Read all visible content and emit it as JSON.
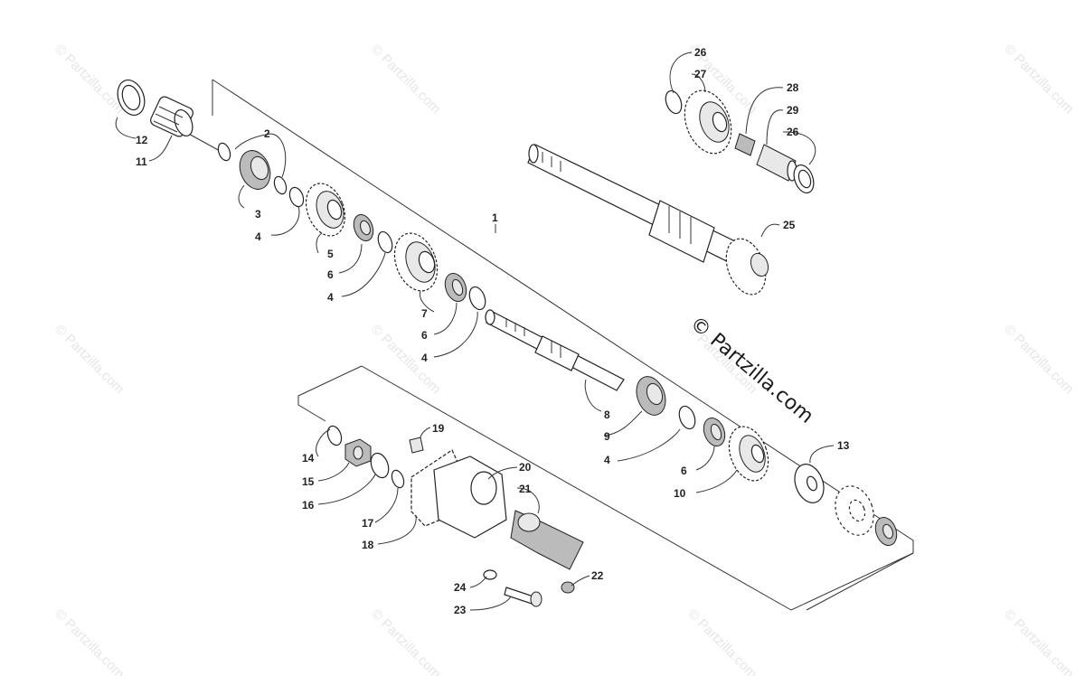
{
  "watermarks": [
    "© Partzilla.com",
    "© Partzilla.com",
    "© Partzilla.com",
    "© Partzilla.com",
    "© Partzilla.com",
    "© Partzilla.com",
    "© Partzilla.com",
    "© Partzilla.com",
    "© Partzilla.com",
    "© Partzilla.com",
    "© Partzilla.com",
    "© Partzilla.com"
  ],
  "brand_watermark": "© Partzilla.com",
  "callouts": [
    "26",
    "27",
    "28",
    "29",
    "26",
    "25",
    "1",
    "2",
    "3",
    "4",
    "5",
    "6",
    "4",
    "7",
    "6",
    "4",
    "12",
    "11",
    "8",
    "9",
    "4",
    "6",
    "10",
    "13",
    "14",
    "15",
    "16",
    "17",
    "18",
    "19",
    "20",
    "21",
    "22",
    "24",
    "23"
  ]
}
